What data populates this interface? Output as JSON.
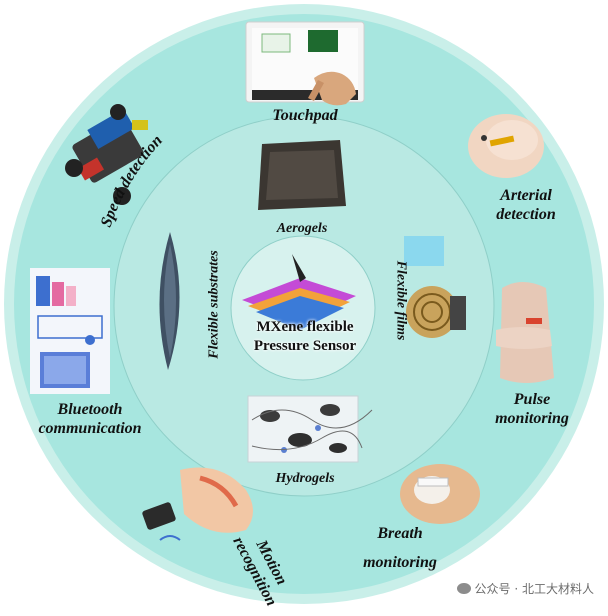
{
  "center": {
    "line1": "MXene flexible",
    "line2": "Pressure Sensor"
  },
  "inner_ring": {
    "aerogels": "Aerogels",
    "hydrogels": "Hydrogels",
    "flexible_substrates": "Flexible substrates",
    "flexible_films": "Flexible films"
  },
  "outer_ring": {
    "touchpad": "Touchpad",
    "speed_detection": "Speed detection",
    "arterial_1": "Arterial",
    "arterial_2": "detection",
    "pulse_1": "Pulse",
    "pulse_2": "monitoring",
    "bluetooth_1": "Bluetooth",
    "bluetooth_2": "communication",
    "breath_1": "Breath",
    "breath_2": "monitoring",
    "motion_1": "Motion",
    "motion_2": "recognition"
  },
  "watermark": {
    "text": "公众号 · 北工大材料人"
  },
  "colors": {
    "outer_disc": "#a7e6df",
    "outer_edge": "#c9efe9",
    "inner_disc": "#b9e9e3",
    "core_disc": "#d7f2ee",
    "ring_line": "#8fcfc8"
  }
}
